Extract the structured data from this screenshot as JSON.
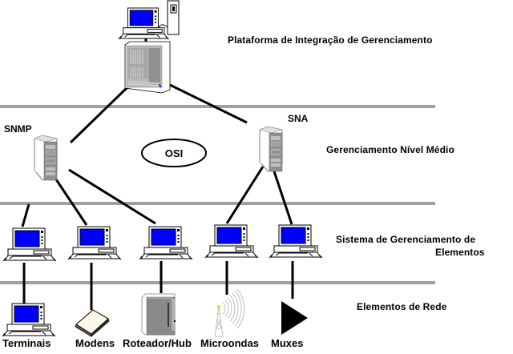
{
  "tiers": [
    {
      "id": "plataforma",
      "label": "Plataforma de Integração de Gerenciamento"
    },
    {
      "id": "medio",
      "label": "Gerenciamento Nível Médio"
    },
    {
      "id": "sistema",
      "label_line1": "Sistema de Gerenciamento de",
      "label_line2": "Elementos"
    },
    {
      "id": "elementos",
      "label": "Elementos de Rede"
    }
  ],
  "mid_nodes": [
    {
      "label": "SNMP"
    },
    {
      "label": "SNA"
    }
  ],
  "osi": {
    "label": "OSI"
  },
  "network_elements": [
    {
      "label": "Terminais",
      "icon": "terminal-icon"
    },
    {
      "label": "Modens",
      "icon": "modem-icon"
    },
    {
      "label": "Roteador/Hub",
      "icon": "router-hub-icon"
    },
    {
      "label": "Microondas",
      "icon": "microwave-tower-icon"
    },
    {
      "label": "Muxes",
      "icon": "mux-icon"
    }
  ],
  "colors": {
    "tier_line": "#a0a0a0",
    "screen": "#0000ff",
    "server_gray": "#808080",
    "server_light": "#c0c0c0"
  }
}
